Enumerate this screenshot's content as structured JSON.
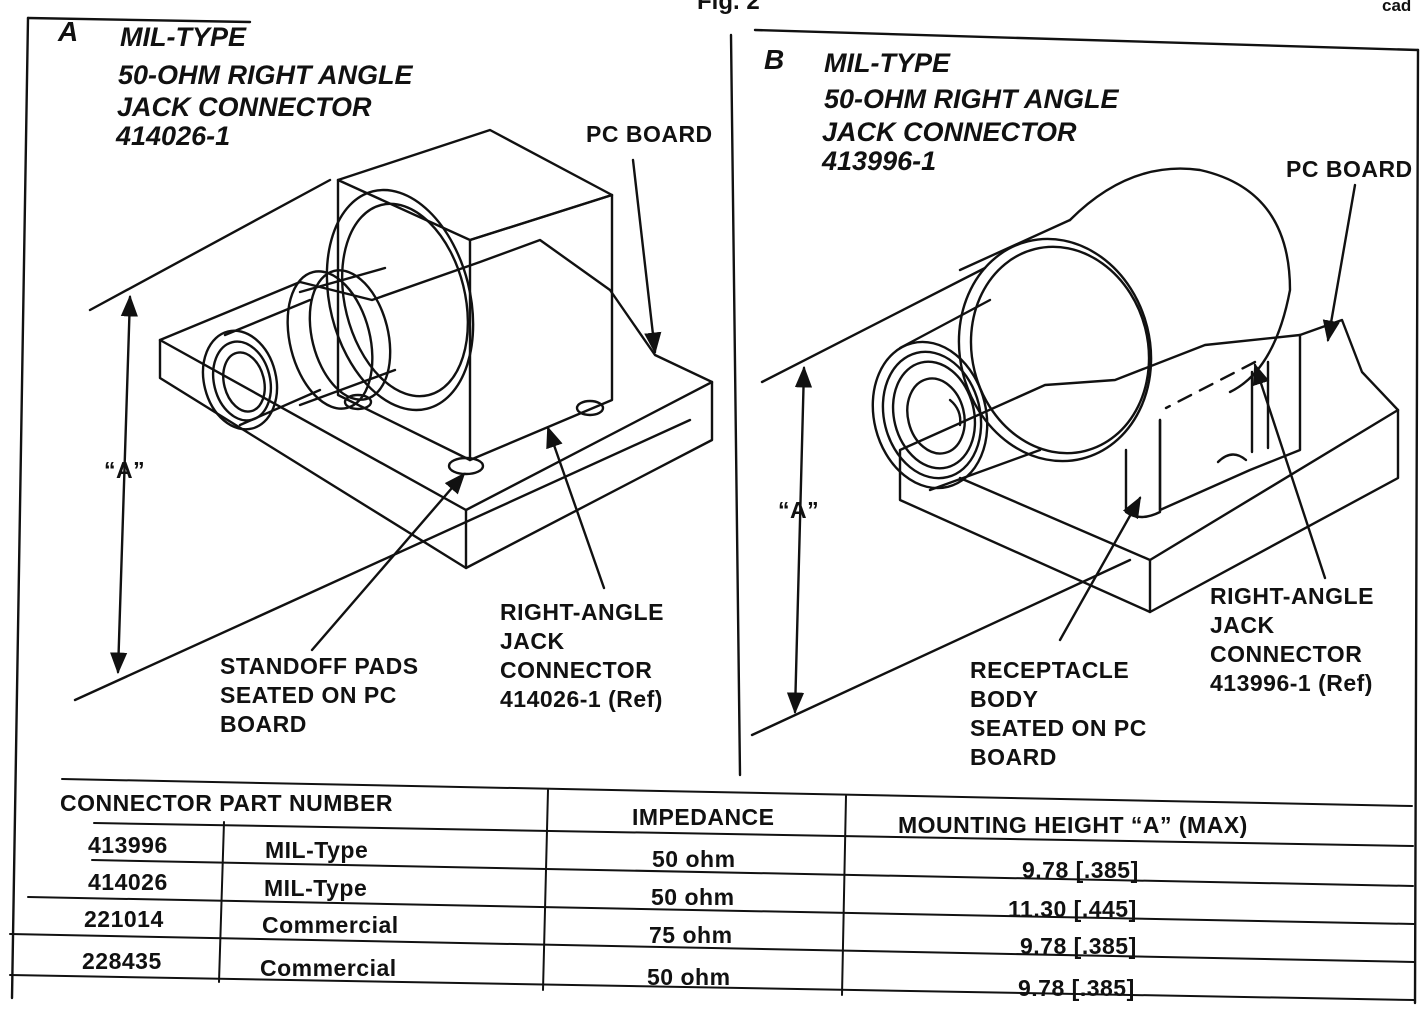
{
  "figure": {
    "caption": "Fig. 2",
    "corner_mark": "cad"
  },
  "panel_a": {
    "letter": "A",
    "title_lines": [
      "MIL-TYPE",
      "50-OHM RIGHT ANGLE",
      "JACK CONNECTOR",
      "414026-1"
    ],
    "pc_board_label": "PC BOARD",
    "dimension_label": "“A”",
    "standoff_label": "STANDOFF PADS\nSEATED ON PC\nBOARD",
    "connector_label": "RIGHT-ANGLE\nJACK\nCONNECTOR\n414026-1 (Ref)"
  },
  "panel_b": {
    "letter": "B",
    "title_lines": [
      "MIL-TYPE",
      "50-OHM RIGHT ANGLE",
      "JACK CONNECTOR",
      "413996-1"
    ],
    "pc_board_label": "PC BOARD",
    "dimension_label": "“A”",
    "receptacle_label": "RECEPTACLE\nBODY\nSEATED ON PC\nBOARD",
    "connector_label": "RIGHT-ANGLE\nJACK\nCONNECTOR\n413996-1 (Ref)"
  },
  "table": {
    "headers": [
      "CONNECTOR PART NUMBER",
      "IMPEDANCE",
      "MOUNTING HEIGHT “A” (MAX)"
    ],
    "rows": [
      {
        "part": "413996",
        "type": "MIL-Type",
        "impedance": "50 ohm",
        "height": "9.78 [.385]"
      },
      {
        "part": "414026",
        "type": "MIL-Type",
        "impedance": "50 ohm",
        "height": "11.30 [.445]"
      },
      {
        "part": "221014",
        "type": "Commercial",
        "impedance": "75 ohm",
        "height": "9.78 [.385]"
      },
      {
        "part": "228435",
        "type": "Commercial",
        "impedance": "50 ohm",
        "height": "9.78 [.385]"
      }
    ]
  }
}
